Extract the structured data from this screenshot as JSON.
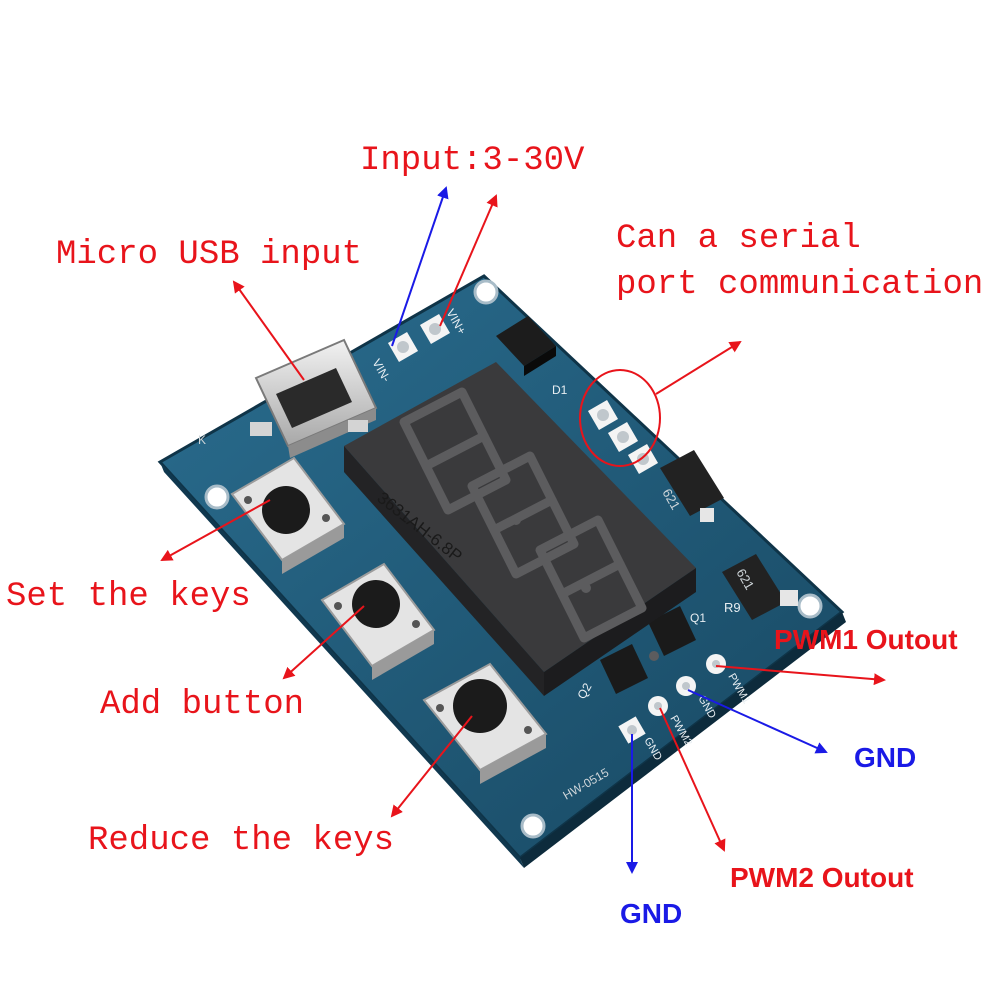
{
  "labels": {
    "input_voltage": "Input:3-30V",
    "micro_usb": "Micro USB input",
    "serial_line1": "Can a serial",
    "serial_line2": "port communication",
    "set_keys": "Set the keys",
    "add_button": "Add button",
    "reduce_keys": "Reduce the keys",
    "pwm1_output": "PWM1 Outout",
    "pwm2_output": "PWM2 Outout",
    "gnd_right": "GND",
    "gnd_bottom": "GND"
  },
  "board_silkscreen": {
    "vin_minus": "VIN-",
    "vin_plus": "VIN+",
    "display_part": "3631AH-6.8P",
    "board_id": "HW-0515",
    "pwm1": "PWM1",
    "pwm2": "PWM2",
    "gnd1": "GND",
    "gnd2": "GND",
    "q1": "Q1",
    "q2": "Q2",
    "r9": "R9",
    "diode1": "621",
    "diode2": "621",
    "d1": "D1",
    "k": "K"
  },
  "colors": {
    "label_red": "#e8141b",
    "label_blue": "#1a1ae6",
    "pcb": "#1f5a78",
    "display": "#3a3a3c"
  }
}
